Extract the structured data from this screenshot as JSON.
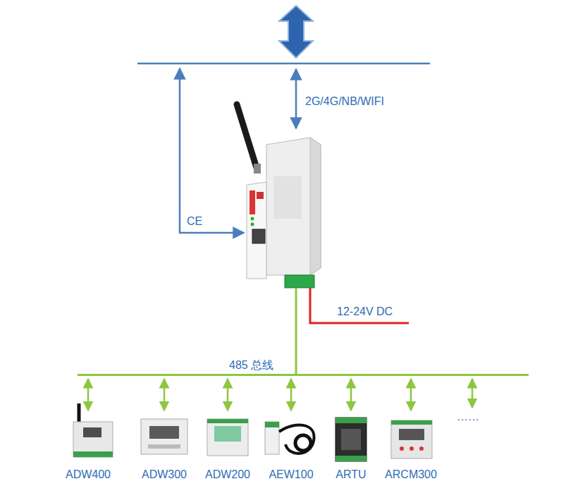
{
  "diagram": {
    "nodes": [
      {
        "text": [
          "485 总线"
        ]
      },
      {
        "text": [
          "ADW400"
        ]
      },
      {
        "text": [
          "ADW300"
        ]
      },
      {
        "text": [
          "ADW200"
        ]
      },
      {
        "text": [
          "AEW100"
        ]
      },
      {
        "text": [
          "ARTU"
        ]
      },
      {
        "text": [
          "ARCM300"
        ]
      }
    ],
    "edges": [
      {
        "from": 0,
        "to": 1,
        "arrow": "both"
      },
      {
        "from": 0,
        "to": 2,
        "arrow": "both"
      },
      {
        "from": 0,
        "to": 3,
        "arrow": "both"
      },
      {
        "from": 0,
        "to": 4,
        "arrow": "both"
      },
      {
        "from": 0,
        "to": 5,
        "arrow": "both"
      },
      {
        "from": 0,
        "to": 6,
        "arrow": "both"
      }
    ],
    "labels": [
      "CE",
      "2G/4G/NB/WIFI",
      "12-24V DC",
      "……"
    ]
  }
}
